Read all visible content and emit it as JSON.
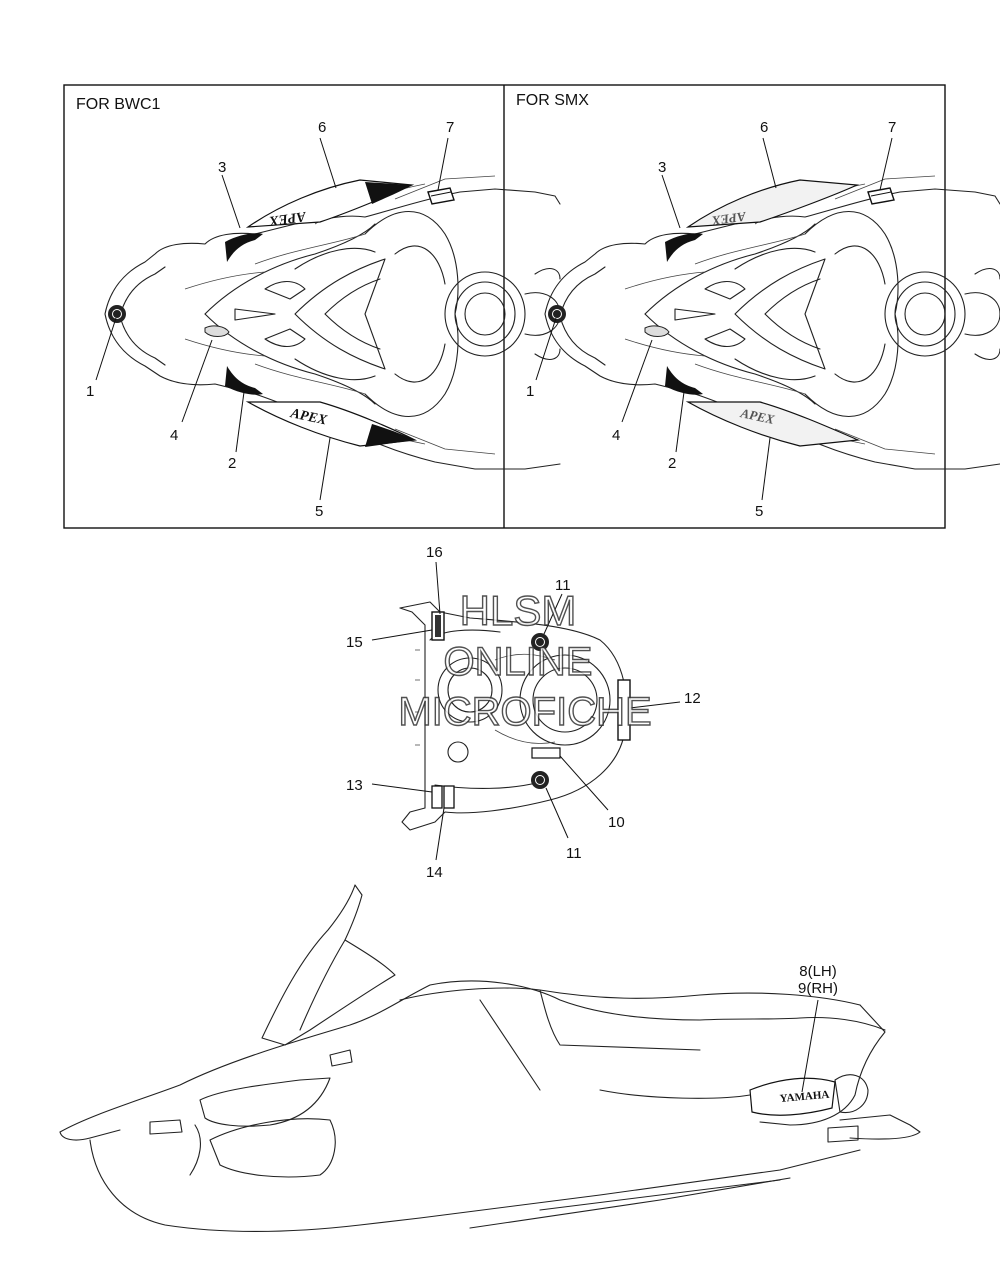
{
  "panels": {
    "left_title": "FOR BWC1",
    "right_title": "FOR SMX"
  },
  "decal_text": {
    "apex": "APEX",
    "yamaha": "YAMAHA"
  },
  "callouts": {
    "c1": "1",
    "c2": "2",
    "c3": "3",
    "c4": "4",
    "c5": "5",
    "c6": "6",
    "c7": "7",
    "c8_9_line1": "8(LH)",
    "c8_9_line2": "9(RH)",
    "c10": "10",
    "c11": "11",
    "c12": "12",
    "c13": "13",
    "c14": "14",
    "c15": "15",
    "c16": "16"
  },
  "watermark": {
    "line1": "HLSM",
    "line2": "ONLINE",
    "line3": "MICROFICHE"
  }
}
